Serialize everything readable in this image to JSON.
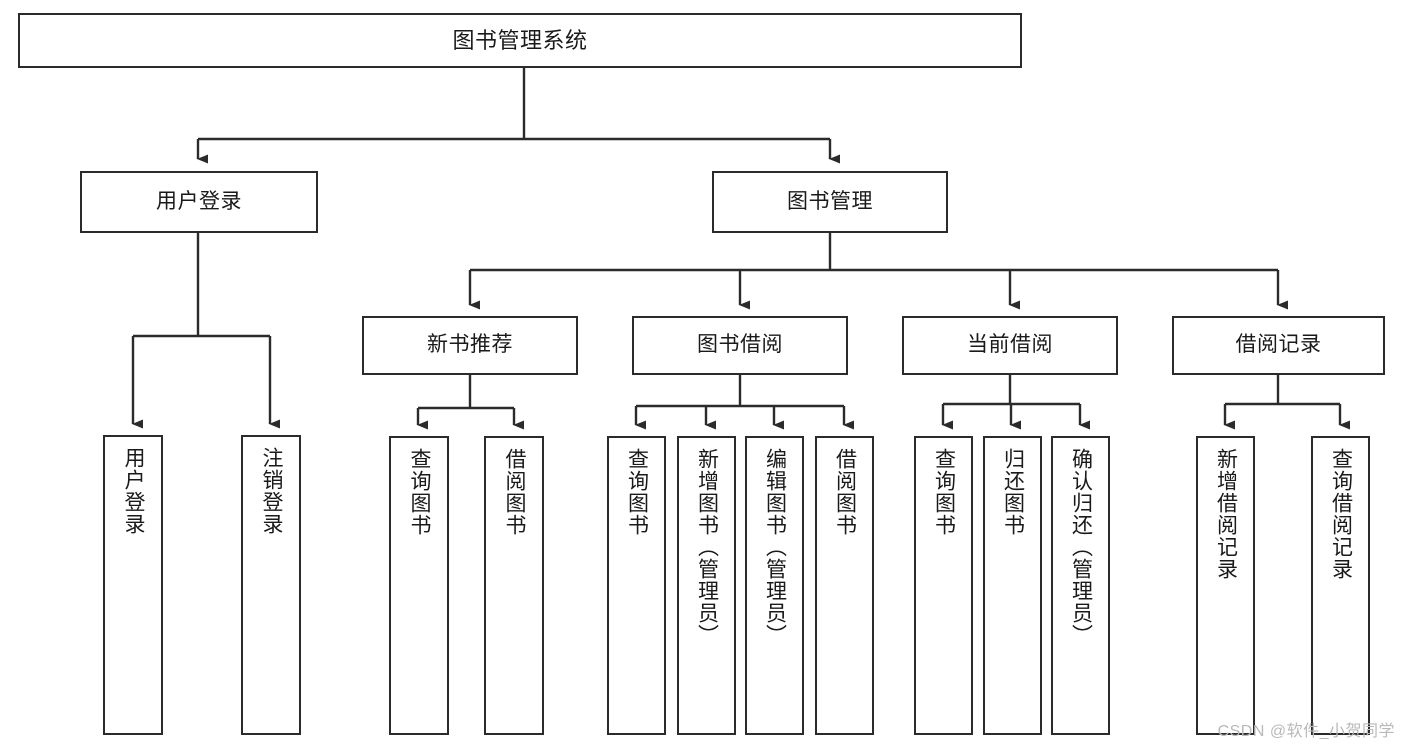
{
  "diagram": {
    "title": "图书管理系统",
    "watermark": "CSDN @软件_小贺同学",
    "line_color": "#2b2b2b",
    "box_fill": "#ffffff",
    "text_color": "#1a1a1a",
    "watermark_color": "#b9b9b9",
    "levels": {
      "root": {
        "label": "图书管理系统"
      },
      "level2": [
        {
          "label": "用户登录"
        },
        {
          "label": "图书管理"
        }
      ],
      "level3": [
        {
          "label": "新书推荐"
        },
        {
          "label": "图书借阅"
        },
        {
          "label": "当前借阅"
        },
        {
          "label": "借阅记录"
        }
      ],
      "leaves": {
        "user_login": [
          {
            "label": "用户登录"
          },
          {
            "label": "注销登录"
          }
        ],
        "new_book_recommend": [
          {
            "label": "查询图书"
          },
          {
            "label": "借阅图书"
          }
        ],
        "book_borrow": [
          {
            "label": "查询图书"
          },
          {
            "label": "新增图书（管理员）"
          },
          {
            "label": "编辑图书（管理员）"
          },
          {
            "label": "借阅图书"
          }
        ],
        "current_borrow": [
          {
            "label": "查询图书"
          },
          {
            "label": "归还图书"
          },
          {
            "label": "确认归还（管理员）"
          }
        ],
        "borrow_record": [
          {
            "label": "新增借阅记录"
          },
          {
            "label": "查询借阅记录"
          }
        ]
      }
    }
  }
}
